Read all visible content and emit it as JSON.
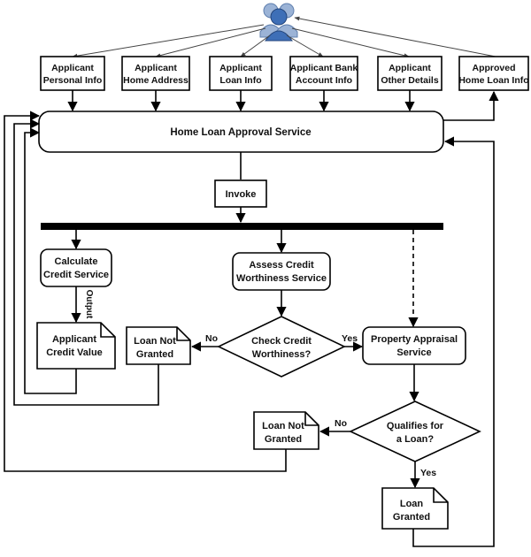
{
  "actor": {
    "icon": "users-group-icon"
  },
  "inputs": [
    {
      "line1": "Applicant",
      "line2": "Personal Info"
    },
    {
      "line1": "Applicant",
      "line2": "Home Address"
    },
    {
      "line1": "Applicant",
      "line2": "Loan Info"
    },
    {
      "line1": "Applicant Bank",
      "line2": "Account Info"
    },
    {
      "line1": "Applicant",
      "line2": "Other Details"
    }
  ],
  "output_info": {
    "line1": "Approved",
    "line2": "Home Loan Info"
  },
  "service": "Home Loan Approval Service",
  "invoke": "Invoke",
  "calc_credit": {
    "line1": "Calculate",
    "line2": "Credit Service"
  },
  "output_label": "Output",
  "credit_value": {
    "line1": "Applicant",
    "line2": "Credit Value"
  },
  "assess": {
    "line1": "Assess Credit",
    "line2": "Worthiness Service"
  },
  "check": {
    "line1": "Check Credit",
    "line2": "Worthiness?"
  },
  "no1": "No",
  "yes1": "Yes",
  "not_granted_1": {
    "line1": "Loan Not",
    "line2": "Granted"
  },
  "appraisal": {
    "line1": "Property Appraisal",
    "line2": "Service"
  },
  "qualifies": {
    "line1": "Qualifies for",
    "line2": "a Loan?"
  },
  "no2": "No",
  "yes2": "Yes",
  "not_granted_2": {
    "line1": "Loan Not",
    "line2": "Granted"
  },
  "granted": {
    "line1": "Loan",
    "line2": "Granted"
  }
}
